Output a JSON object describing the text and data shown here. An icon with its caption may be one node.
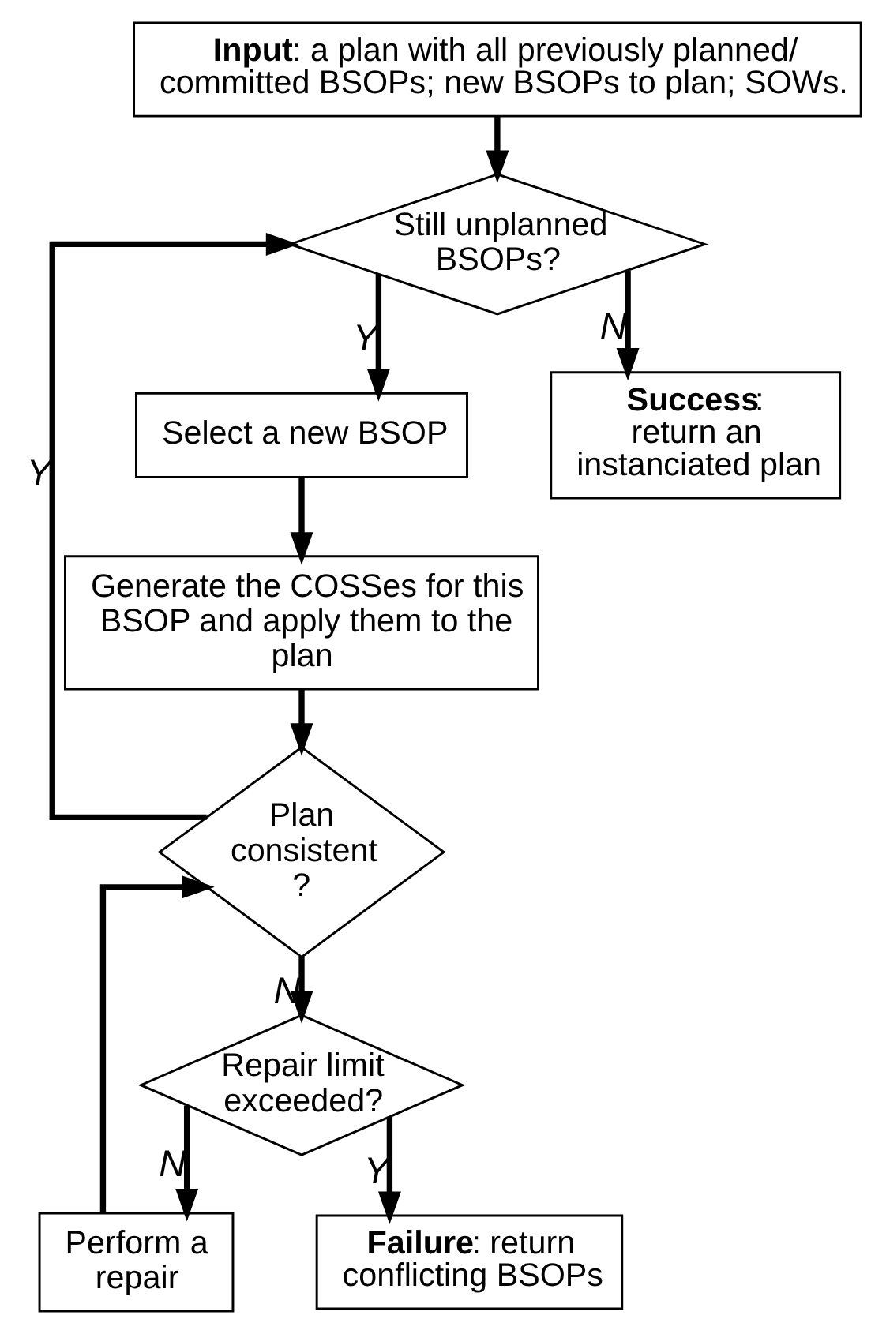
{
  "diagram": {
    "nodes": [
      {
        "text": [
          "**Input**: a plan with all previously planned/ committed BSOPs; new BSOPs to plan; SOWs."
        ]
      },
      {
        "text": [
          "Still unplanned BSOPs?"
        ]
      },
      {
        "text": [
          "Select a new BSOP"
        ]
      },
      {
        "text": [
          "Generate the COSSes for this BSOP and apply them to the plan"
        ]
      },
      {
        "text": [
          "Plan consistent ?"
        ]
      },
      {
        "text": [
          "Repair limit exceeded?"
        ]
      },
      {
        "text": [
          "Perform a repair"
        ]
      },
      {
        "text": [
          "**Success**: return an instanciated plan"
        ]
      },
      {
        "text": [
          "**Failure**: return conflicting BSOPs"
        ]
      }
    ],
    "edges": [
      {
        "from": 0,
        "to": 1,
        "arrow": "to"
      },
      {
        "from": 1,
        "to": 7,
        "arrow": "to",
        "label": "N"
      },
      {
        "from": 1,
        "to": 2,
        "arrow": "to",
        "label": "Y"
      },
      {
        "from": 2,
        "to": 3,
        "arrow": "to"
      },
      {
        "from": 3,
        "to": 4,
        "arrow": "to"
      },
      {
        "from": 4,
        "to": 1,
        "arrow": "to",
        "label": "Y"
      },
      {
        "from": 4,
        "to": 5,
        "arrow": "to",
        "label": "N"
      },
      {
        "from": 5,
        "to": 8,
        "arrow": "to",
        "label": "Y"
      },
      {
        "from": 5,
        "to": 6,
        "arrow": "to",
        "label": "N"
      },
      {
        "from": 6,
        "to": 4,
        "arrow": "to"
      }
    ]
  }
}
